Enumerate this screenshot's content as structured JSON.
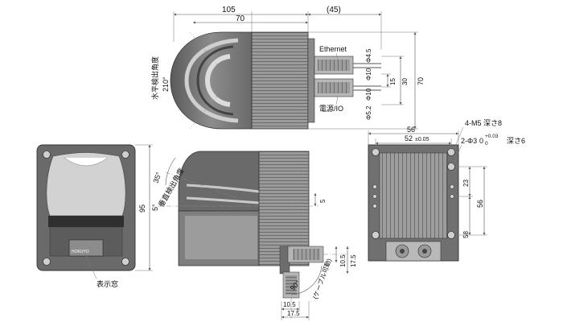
{
  "top_view": {
    "dim_overall": "105",
    "dim_body": "70",
    "dim_connector": "(45)",
    "dim_height": "70",
    "dim_30": "30",
    "dim_15": "15",
    "scan_angle_label": "水平検出角度",
    "scan_angle_value": "210°",
    "ethernet_label": "Ethernet",
    "power_label": "電源/IO",
    "phi45": "Φ4.5",
    "phi10a": "Φ10",
    "phi10b": "Φ10",
    "phi52": "Φ5.2"
  },
  "front_view": {
    "dim_height": "95",
    "display_label": "表示窓",
    "brand": "HOKUYO"
  },
  "side_view": {
    "vertical_angle_label": "垂直検出角度",
    "angle_35": "35°",
    "angle_5": "5°",
    "dim_5": "5",
    "dim_175": "17.5",
    "dim_105": "10.5",
    "cable_label": "(ケーブル可動)",
    "angle_90": "90°",
    "dim_105b": "10.5",
    "dim_175b": "17.5"
  },
  "rear_view": {
    "dim_56_top": "56",
    "dim_52": "52",
    "tol_52": "±0.05",
    "screw_label": "4-M5 深さ8",
    "pin_label_prefix": "2-Φ3",
    "pin_label_nominal": "0",
    "pin_tol_upper": "+0.03",
    "pin_tol_lower": "0",
    "pin_depth": "深さ6",
    "dim_23": "23",
    "dim_56_side": "56",
    "dim_58": "58"
  }
}
